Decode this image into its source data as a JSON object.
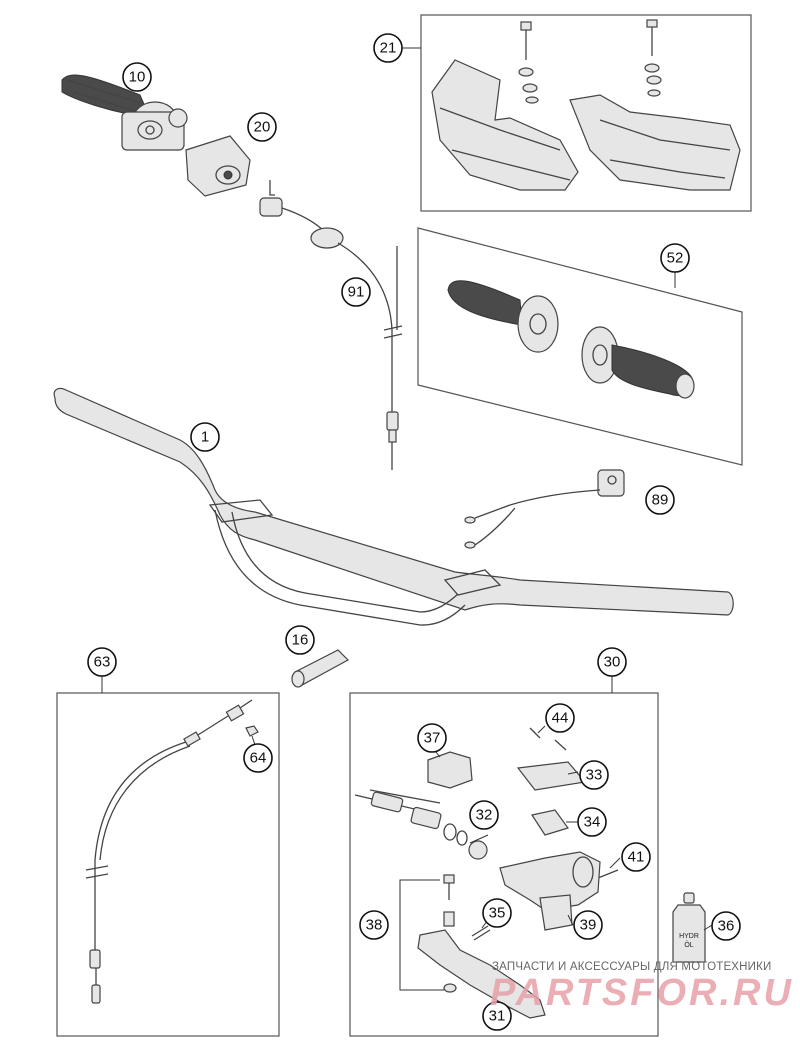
{
  "callouts": {
    "c1": "1",
    "c10": "10",
    "c16": "16",
    "c20": "20",
    "c21": "21",
    "c30": "30",
    "c31": "31",
    "c32": "32",
    "c33": "33",
    "c34": "34",
    "c35": "35",
    "c36": "36",
    "c37": "37",
    "c38": "38",
    "c39": "39",
    "c41": "41",
    "c44": "44",
    "c52": "52",
    "c63": "63",
    "c64": "64",
    "c89": "89",
    "c91": "91"
  },
  "bottle_label": [
    "HYDR",
    "ÖL"
  ],
  "watermark": {
    "tagline": "ЗАПЧАСТИ И АКСЕССУАРЫ ДЛЯ МОТОТЕХНИКИ",
    "logo": "PARTSFOR.RU"
  }
}
